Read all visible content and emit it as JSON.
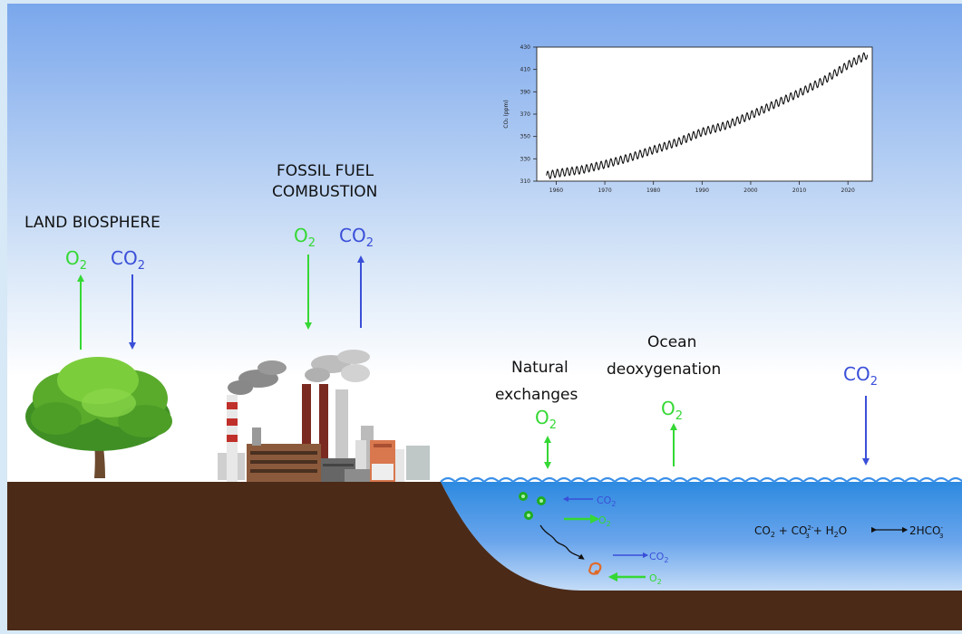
{
  "labels": {
    "land_biosphere": "LAND BIOSPHERE",
    "fossil_line1": "FOSSIL FUEL",
    "fossil_line2": "COMBUSTION",
    "natural_line1": "Natural",
    "natural_line2": "exchanges",
    "ocean_line1": "Ocean",
    "ocean_line2": "deoxygenation",
    "o2_base": "O",
    "co2_base": "CO",
    "subscript_2": "2",
    "equation": {
      "co2": "CO",
      "plus1": " + CO",
      "co3_sup": "2-",
      "co3_sub": "3",
      "plus2": " + H",
      "h2o_sub": "2",
      "h2o_o": "O",
      "product": "2HCO",
      "hco3_sup": "-",
      "hco3_sub": "3"
    }
  },
  "colors": {
    "o2": "#35d835",
    "co2": "#3a4fd8",
    "ground": "#4b2a18",
    "sky_top": "#7aa7ec",
    "sky_bottom": "#ffffff",
    "ocean_surface": "#2d8ae0",
    "ocean_deep": "#7fb3ef",
    "wave": "#3a8fe8",
    "chart_line": "#111111",
    "organism": "#e06a2a"
  },
  "icons": {
    "tree": "tree-icon",
    "factory": "factory-icon",
    "molecule": "oxygen-molecule-icon",
    "organism": "marine-organism-icon"
  },
  "chart_data": {
    "type": "line",
    "title": "",
    "xlabel": "",
    "ylabel": "CO₂ (ppm)",
    "xlim": [
      1956,
      2025
    ],
    "ylim": [
      310,
      430
    ],
    "xticks": [
      1960,
      1970,
      1980,
      1990,
      2000,
      2010,
      2020
    ],
    "yticks": [
      310,
      330,
      350,
      370,
      390,
      410,
      430
    ],
    "grid": false,
    "seasonal_amplitude": 3.5,
    "series": [
      {
        "x": [
          1958,
          1960,
          1965,
          1970,
          1975,
          1980,
          1985,
          1990,
          1995,
          2000,
          2005,
          2010,
          2015,
          2020,
          2024
        ],
        "values": [
          315,
          317,
          320,
          325,
          331,
          338,
          345,
          354,
          360,
          369,
          379,
          389,
          400,
          414,
          423
        ]
      }
    ]
  }
}
